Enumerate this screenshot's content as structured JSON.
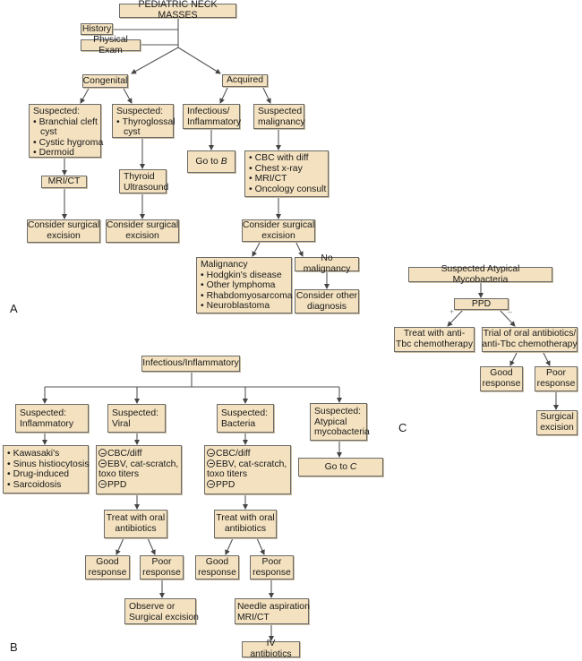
{
  "panel_a": {
    "label": "A",
    "title": "PEDIATRIC NECK MASSES",
    "history": "History",
    "physical_exam": "Physical Exam",
    "congenital": "Congenital",
    "acquired": "Acquired",
    "branchial": {
      "heading": "Suspected:",
      "items": [
        "Branchial cleft",
        "cyst",
        "Cystic hygroma",
        "Dermoid"
      ]
    },
    "thyroglossal": {
      "heading": "Suspected:",
      "items": [
        "Thyroglossal",
        "cyst"
      ]
    },
    "infectious": [
      "Infectious/",
      "Inflammatory"
    ],
    "malignancy_suspected": [
      "Suspected",
      "malignancy"
    ],
    "goto_b": {
      "text": "Go to ",
      "ref": "B"
    },
    "workup": [
      "CBC with diff",
      "Chest x-ray",
      "MRI/CT",
      "Oncology consult"
    ],
    "mri_ct": "MRI/CT",
    "thyroid_us": [
      "Thyroid",
      "Ultrasound"
    ],
    "excision_left": [
      "Consider surgical",
      "excision"
    ],
    "excision_mid": [
      "Consider surgical",
      "excision"
    ],
    "excision_right": [
      "Consider surgical",
      "excision"
    ],
    "malignancy": {
      "heading": "Malignancy",
      "items": [
        "Hodgkin's disease",
        "Other lymphoma",
        "Rhabdomyosarcoma",
        "Neuroblastoma"
      ]
    },
    "no_malignancy": "No malignancy",
    "other_diagnosis": [
      "Consider other",
      "diagnosis"
    ]
  },
  "panel_b": {
    "label": "B",
    "top": "Infectious/Inflammatory",
    "inflammatory": [
      "Suspected:",
      "Inflammatory"
    ],
    "viral": [
      "Suspected:",
      "Viral"
    ],
    "bacteria": [
      "Suspected:",
      "Bacteria"
    ],
    "atypical": [
      "Suspected:",
      "Atypical",
      "mycobacteria"
    ],
    "inflammatory_list": [
      "Kawasaki's",
      "Sinus histiocytosis",
      "Drug-induced",
      "Sarcoidosis"
    ],
    "viral_tests": [
      "CBC/diff",
      "EBV, cat-scratch,",
      "toxo titers",
      "PPD"
    ],
    "bacteria_tests": [
      "CBC/diff",
      "EBV, cat-scratch,",
      "toxo titers",
      "PPD"
    ],
    "goto_c": {
      "text": "Go to ",
      "ref": "C"
    },
    "treat_viral": [
      "Treat with oral",
      "antibiotics"
    ],
    "treat_bacteria": [
      "Treat with oral",
      "antibiotics"
    ],
    "good_viral": [
      "Good",
      "response"
    ],
    "poor_viral": [
      "Poor",
      "response"
    ],
    "good_bacteria": [
      "Good",
      "response"
    ],
    "poor_bacteria": [
      "Poor",
      "response"
    ],
    "observe": [
      "Observe or",
      "Surgical excision"
    ],
    "needle": [
      "Needle aspiration",
      "MRI/CT"
    ],
    "iv": "IV antibiotics"
  },
  "panel_c": {
    "label": "C",
    "top": "Suspected Atypical Mycobacteria",
    "ppd": "PPD",
    "plus": "+",
    "minus": "–",
    "treat_tbc": [
      "Treat with anti-",
      "Tbc chemotherapy"
    ],
    "trial": [
      "Trial of oral antibiotics/",
      "anti-Tbc chemotherapy"
    ],
    "good": [
      "Good",
      "response"
    ],
    "poor": [
      "Poor",
      "response"
    ],
    "surgical": [
      "Surgical",
      "excision"
    ]
  },
  "colors": {
    "box_fill": "#f3e1bf",
    "box_border": "#6b6b6b",
    "line": "#555555"
  }
}
